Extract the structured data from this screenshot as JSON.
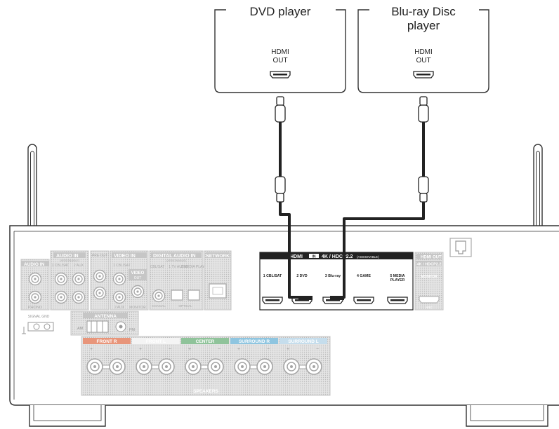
{
  "sources": [
    {
      "title_lines": [
        "DVD player"
      ],
      "port_lines": [
        "HDMI",
        "OUT"
      ]
    },
    {
      "title_lines": [
        "Blu-ray Disc",
        "player"
      ],
      "port_lines": [
        "HDMI",
        "OUT"
      ]
    }
  ],
  "receiver": {
    "hdmi_in_title": "HDMI",
    "hdmi_in_badge": "IN",
    "hdmi_in_spec": "4K / HDCP2.2",
    "hdmi_in_assignable": "(ASSIGNABLE)",
    "hdmi_inputs": [
      {
        "num": "1",
        "name": "CBL/SAT"
      },
      {
        "num": "2",
        "name": "DVD"
      },
      {
        "num": "3",
        "name": "Blu-ray"
      },
      {
        "num": "4",
        "name": "GAME"
      },
      {
        "num": "5",
        "name": "MEDIA PLAYER"
      }
    ],
    "hdmi_out": {
      "title": "HDMI",
      "badge": "OUT",
      "spec": "4K / HDCP2.2",
      "label": "MONITOR",
      "sub": "ARC"
    },
    "audio_in": {
      "title": "AUDIO",
      "badge": "IN",
      "assignable": "(ASSIGNABLE)",
      "labels": [
        "1 CBL/SAT",
        "2 AUX"
      ],
      "phono": "PHONO",
      "audio_in_label": "AUDIO",
      "audio_in_badge": "IN"
    },
    "pre_out": "PRE OUT",
    "video": {
      "title": "VIDEO",
      "badge": "IN",
      "assignable": "(ASSIGNABLE)",
      "labels": [
        "1 CBL/SAT",
        "2 AUX"
      ],
      "out_title": "VIDEO",
      "out_badge": "OUT",
      "monitor": "MONITOR"
    },
    "digital_audio": {
      "title": "DIGITAL AUDIO",
      "badge": "IN",
      "assignable": "(ASSIGNABLE)",
      "labels": [
        "CBL/SAT",
        "1 TV AUDIO",
        "2 MEDIA PLAYER"
      ],
      "coaxial": "COAXIAL",
      "optical": "OPTICAL"
    },
    "network": "NETWORK",
    "antenna": {
      "title": "ANTENNA",
      "am": "AM",
      "fm": "FM"
    },
    "signal_gnd": "SIGNAL GND",
    "speakers": {
      "groups": [
        {
          "name": "FRONT",
          "side": "R",
          "color": "#e8957a"
        },
        {
          "name": "FRONT",
          "side": "L",
          "color": "#f4f4f4"
        },
        {
          "name": "CENTER",
          "side": "",
          "color": "#8fc39a"
        },
        {
          "name": "SURROUND",
          "side": "R",
          "color": "#8ec5e0"
        },
        {
          "name": "SURROUND",
          "side": "L",
          "color": "#c5ddec"
        }
      ],
      "label": "SPEAKERS"
    }
  },
  "colors": {
    "cable": "#1a1a1a",
    "panel_gray": "#c8c8c8",
    "hdmi_panel": "#222222",
    "outline": "#333333"
  }
}
